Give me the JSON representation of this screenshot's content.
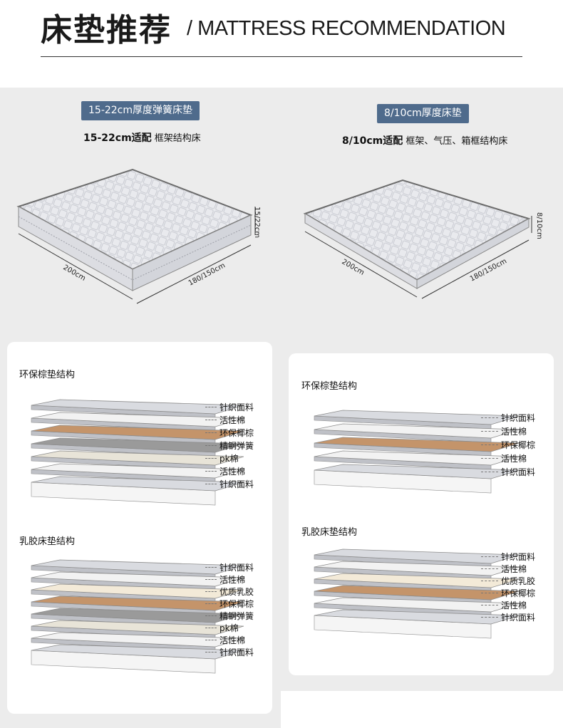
{
  "header": {
    "title": "床垫推荐",
    "subtitle": "/ MATTRESS RECOMMENDATION"
  },
  "products": [
    {
      "badge": "15-22cm厚度弹簧床垫",
      "compat_bold": "15-22cm适配",
      "compat_text": " 框架结构床",
      "dim_height": "15/22cm",
      "dim_length": "200cm",
      "dim_width": "180/150cm"
    },
    {
      "badge": "8/10cm厚度床垫",
      "compat_bold": "8/10cm适配",
      "compat_text": " 框架、气压、箱框结构床",
      "dim_height": "8/10cm",
      "dim_length": "200cm",
      "dim_width": "180/150cm"
    }
  ],
  "structures": {
    "left_eco": {
      "heading": "环保棕垫结构",
      "layers": [
        "针织面料",
        "活性棉",
        "环保椰棕",
        "精钢弹簧",
        "pk棉",
        "活性棉",
        "针织面料"
      ]
    },
    "left_latex": {
      "heading": "乳胶床垫结构",
      "layers": [
        "针织面料",
        "活性棉",
        "优质乳胶",
        "环保椰棕",
        "精钢弹簧",
        "pk棉",
        "活性棉",
        "针织面料"
      ]
    },
    "right_eco": {
      "heading": "环保棕垫结构",
      "layers": [
        "针织面料",
        "活性棉",
        "环保椰棕",
        "活性棉",
        "针织面料"
      ]
    },
    "right_latex": {
      "heading": "乳胶床垫结构",
      "layers": [
        "针织面料",
        "活性棉",
        "优质乳胶",
        "环保椰棕",
        "活性棉",
        "针织面料"
      ]
    }
  },
  "colors": {
    "badge_bg": "#4f6b8c",
    "page_bg": "#ececec",
    "fabric": "#d9dbe0",
    "coir": "#c4946a",
    "spring": "#9a9a9a"
  }
}
